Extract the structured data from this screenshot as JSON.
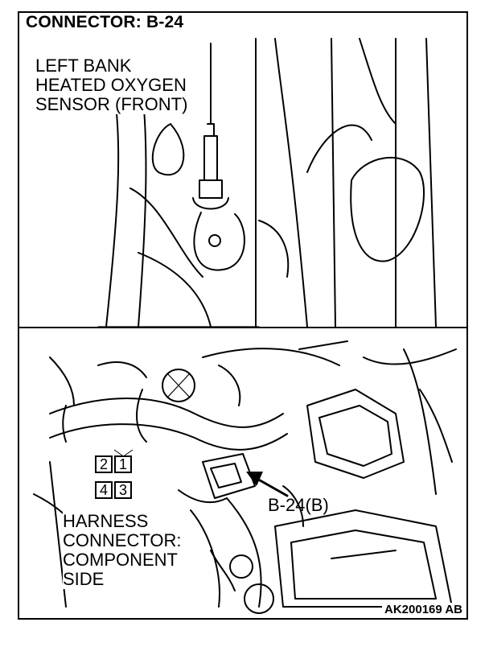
{
  "title": "CONNECTOR: B-24",
  "sensor_label": [
    "LEFT BANK",
    "HEATED OXYGEN",
    "SENSOR (FRONT)"
  ],
  "harness_label": [
    "HARNESS",
    "CONNECTOR:",
    "COMPONENT",
    "SIDE"
  ],
  "connector_ref": "B-24(B)",
  "connector_pins": {
    "top_left": "2",
    "top_right": "1",
    "bottom_left": "4",
    "bottom_right": "3"
  },
  "figure_id": "AK200169 AB"
}
